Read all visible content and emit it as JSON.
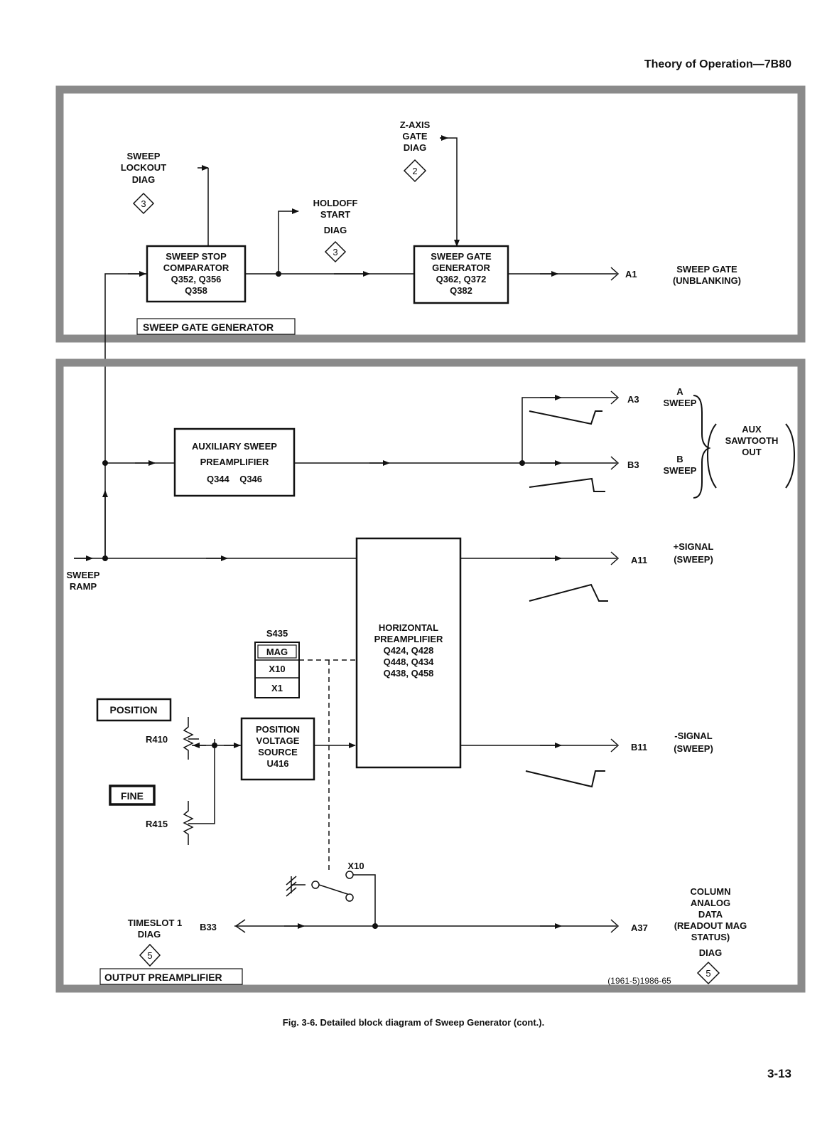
{
  "page": {
    "header": "Theory of Operation—7B80",
    "caption": "Fig. 3-6. Detailed block diagram of Sweep Generator (cont.).",
    "page_number": "3-13",
    "figure_code": "(1961-5)1986-65"
  },
  "top_section": {
    "section_label": "SWEEP GATE GENERATOR",
    "sweep_lockout": {
      "line1": "SWEEP",
      "line2": "LOCKOUT",
      "line3": "DIAG",
      "diag": "3"
    },
    "zaxis": {
      "line1": "Z-AXIS",
      "line2": "GATE",
      "line3": "DIAG",
      "diag": "2"
    },
    "holdoff": {
      "line1": "HOLDOFF",
      "line2": "START",
      "line3": "DIAG",
      "diag": "3"
    },
    "comparator": {
      "line1": "SWEEP STOP",
      "line2": "COMPARATOR",
      "line3": "Q352, Q356",
      "line4": "Q358"
    },
    "gate_gen": {
      "line1": "SWEEP GATE",
      "line2": "GENERATOR",
      "line3": "Q362, Q372",
      "line4": "Q382"
    },
    "out_a1": {
      "pin": "A1",
      "line1": "SWEEP GATE",
      "line2": "(UNBLANKING)"
    }
  },
  "bottom_section": {
    "section_label": "OUTPUT PREAMPLIFIER",
    "aux": {
      "line1": "AUXILIARY SWEEP",
      "line2": "PREAMPLIFIER",
      "line3": "Q344    Q346"
    },
    "a3": {
      "pin": "A3",
      "line1": "A",
      "line2": "SWEEP"
    },
    "b3": {
      "pin": "B3",
      "line1": "B",
      "line2": "SWEEP"
    },
    "aux_out": {
      "line1": "AUX",
      "line2": "SAWTOOTH",
      "line3": "OUT"
    },
    "sweep_ramp": {
      "line1": "SWEEP",
      "line2": "RAMP"
    },
    "a11": {
      "pin": "A11",
      "line1": "+SIGNAL",
      "line2": "(SWEEP)"
    },
    "b11": {
      "pin": "B11",
      "line1": "-SIGNAL",
      "line2": "(SWEEP)"
    },
    "horiz": {
      "line1": "HORIZONTAL",
      "line2": "PREAMPLIFIER",
      "line3": "Q424, Q428",
      "line4": "Q448, Q434",
      "line5": "Q438, Q458"
    },
    "switch": {
      "ref": "S435",
      "pos1": "MAG",
      "pos2": "X10",
      "pos3": "X1"
    },
    "position_label": "POSITION",
    "r410": "R410",
    "fine_label": "FINE",
    "r415": "R415",
    "pvs": {
      "line1": "POSITION",
      "line2": "VOLTAGE",
      "line3": "SOURCE",
      "line4": "U416"
    },
    "x10": "X10",
    "timeslot": {
      "line1": "TIMESLOT 1",
      "line2": "DIAG",
      "diag": "5"
    },
    "b33": "B33",
    "a37": {
      "pin": "A37",
      "line1": "COLUMN",
      "line2": "ANALOG",
      "line3": "DATA",
      "line4": "(READOUT MAG",
      "line5": "STATUS)",
      "line6": "DIAG",
      "diag": "5"
    }
  }
}
